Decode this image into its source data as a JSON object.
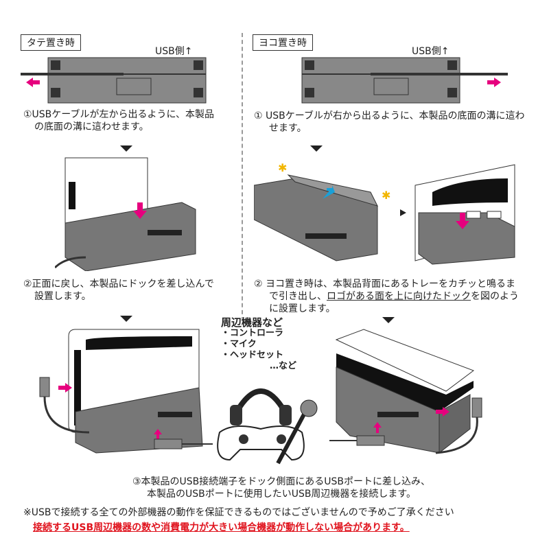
{
  "vertical": {
    "label": "タテ置き時",
    "usb_side": "USB側↑",
    "step1": [
      "①USBケーブルが左から出るように、本製品",
      "の底面の溝に這わせます。"
    ],
    "step2": [
      "②正面に戻し、本製品にドックを差し込んで",
      "設置します。"
    ]
  },
  "horizontal": {
    "label": "ヨコ置き時",
    "usb_side": "USB側↑",
    "step1": [
      "① USBケーブルが右から出るように、本製品の底面の溝に這わ",
      "せます。"
    ],
    "step2_a": "② ヨコ置き時は、本製品背面にあるトレーをカチッと鳴るま",
    "step2_b_pre": "で引き出し、",
    "step2_b_underline": "ロゴがある面を上に向けたドック",
    "step2_b_post": "を図のよう",
    "step2_c": "に設置します。"
  },
  "peripherals": {
    "title": "周辺機器など",
    "items": [
      "・コントローラ",
      "・マイク",
      "・ヘッドセット"
    ],
    "etc": "…など"
  },
  "step3": [
    "③本製品のUSB接続端子をドック側面にあるUSBポートに差し込み、",
    "本製品のUSBポートに使用したいUSB周辺機器を接続します。"
  ],
  "note": "※USBで接続する全ての外部機器の動作を保証できるものではございませんので予めご了承ください",
  "warning": "接続するUSB周辺機器の数や消費電力が大きい場合機器が動作しない場合があります。",
  "colors": {
    "accent": "#e6007e",
    "warning": "#e0141e",
    "dock": "#666666"
  }
}
